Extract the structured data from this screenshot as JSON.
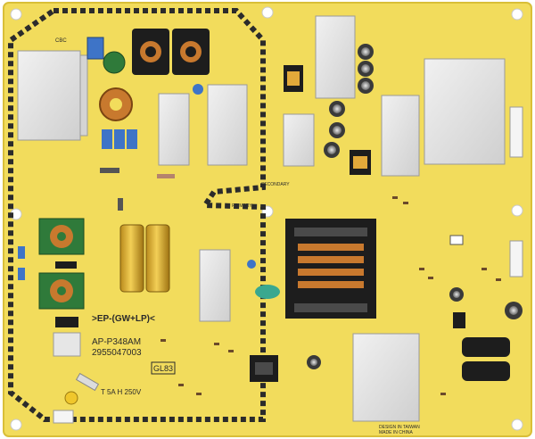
{
  "board": {
    "background": "#ffffff",
    "pcb_color": "#f2dc5c",
    "pcb_edge_color": "#d9bf38",
    "hatch_color": "#2b2b2b",
    "heatsink_color": "#e3e3e3",
    "copper_color": "#c8792e",
    "accent_blue": "#3e74c7",
    "accent_green": "#2f7a3a"
  },
  "labels": {
    "model_logo": ">EP-(GW+LP)<",
    "part_number": "AP-P348AM",
    "serial_number": "2955047003",
    "fuse_rating": "T 5A H 250V",
    "gl_code": "GL83",
    "design_origin": "DESIGN IN TAIWAN",
    "made_in": "MADE IN CHINA",
    "secondary_label": "SECONDARY",
    "primary_label": "PRIMARY",
    "cbc_mark": "CBC"
  }
}
